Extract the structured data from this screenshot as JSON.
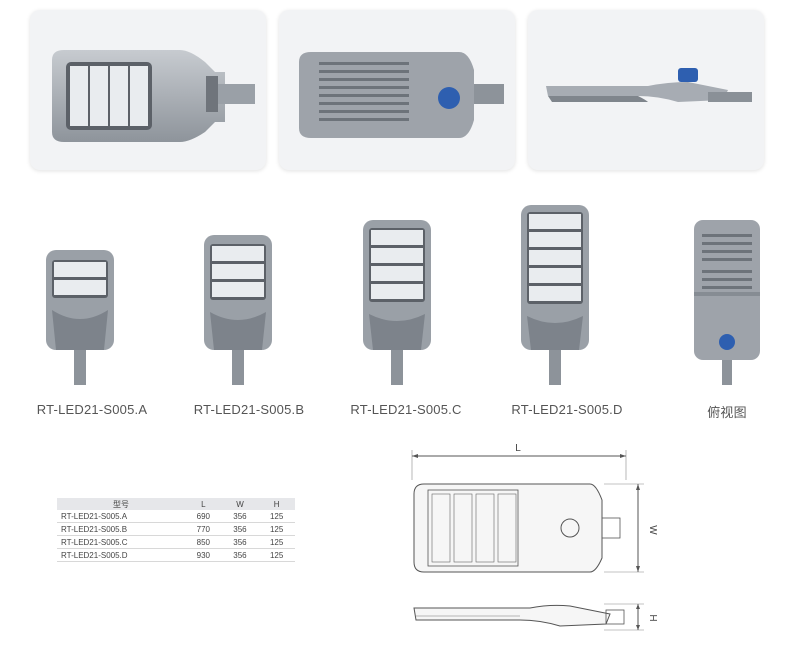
{
  "gallery": {
    "views": [
      "front-view",
      "back-view",
      "side-view"
    ]
  },
  "lamps": [
    {
      "label": "RT-LED21-S005.A",
      "modules": 2
    },
    {
      "label": "RT-LED21-S005.B",
      "modules": 3
    },
    {
      "label": "RT-LED21-S005.C",
      "modules": 4
    },
    {
      "label": "RT-LED21-S005.D",
      "modules": 5
    },
    {
      "label": "俯视图",
      "modules": 0
    }
  ],
  "spec_table": {
    "headers": [
      "型号",
      "L",
      "W",
      "H"
    ],
    "rows": [
      [
        "RT-LED21-S005.A",
        "690",
        "356",
        "125"
      ],
      [
        "RT-LED21-S005.B",
        "770",
        "356",
        "125"
      ],
      [
        "RT-LED21-S005.C",
        "850",
        "356",
        "125"
      ],
      [
        "RT-LED21-S005.D",
        "930",
        "356",
        "125"
      ]
    ]
  },
  "dimension_labels": {
    "length": "L",
    "width": "W",
    "height": "H"
  },
  "colors": {
    "body": "#a6abb2",
    "body_dark": "#7d838b",
    "sensor": "#2e5fb0",
    "card_bg": "#f2f3f5"
  }
}
